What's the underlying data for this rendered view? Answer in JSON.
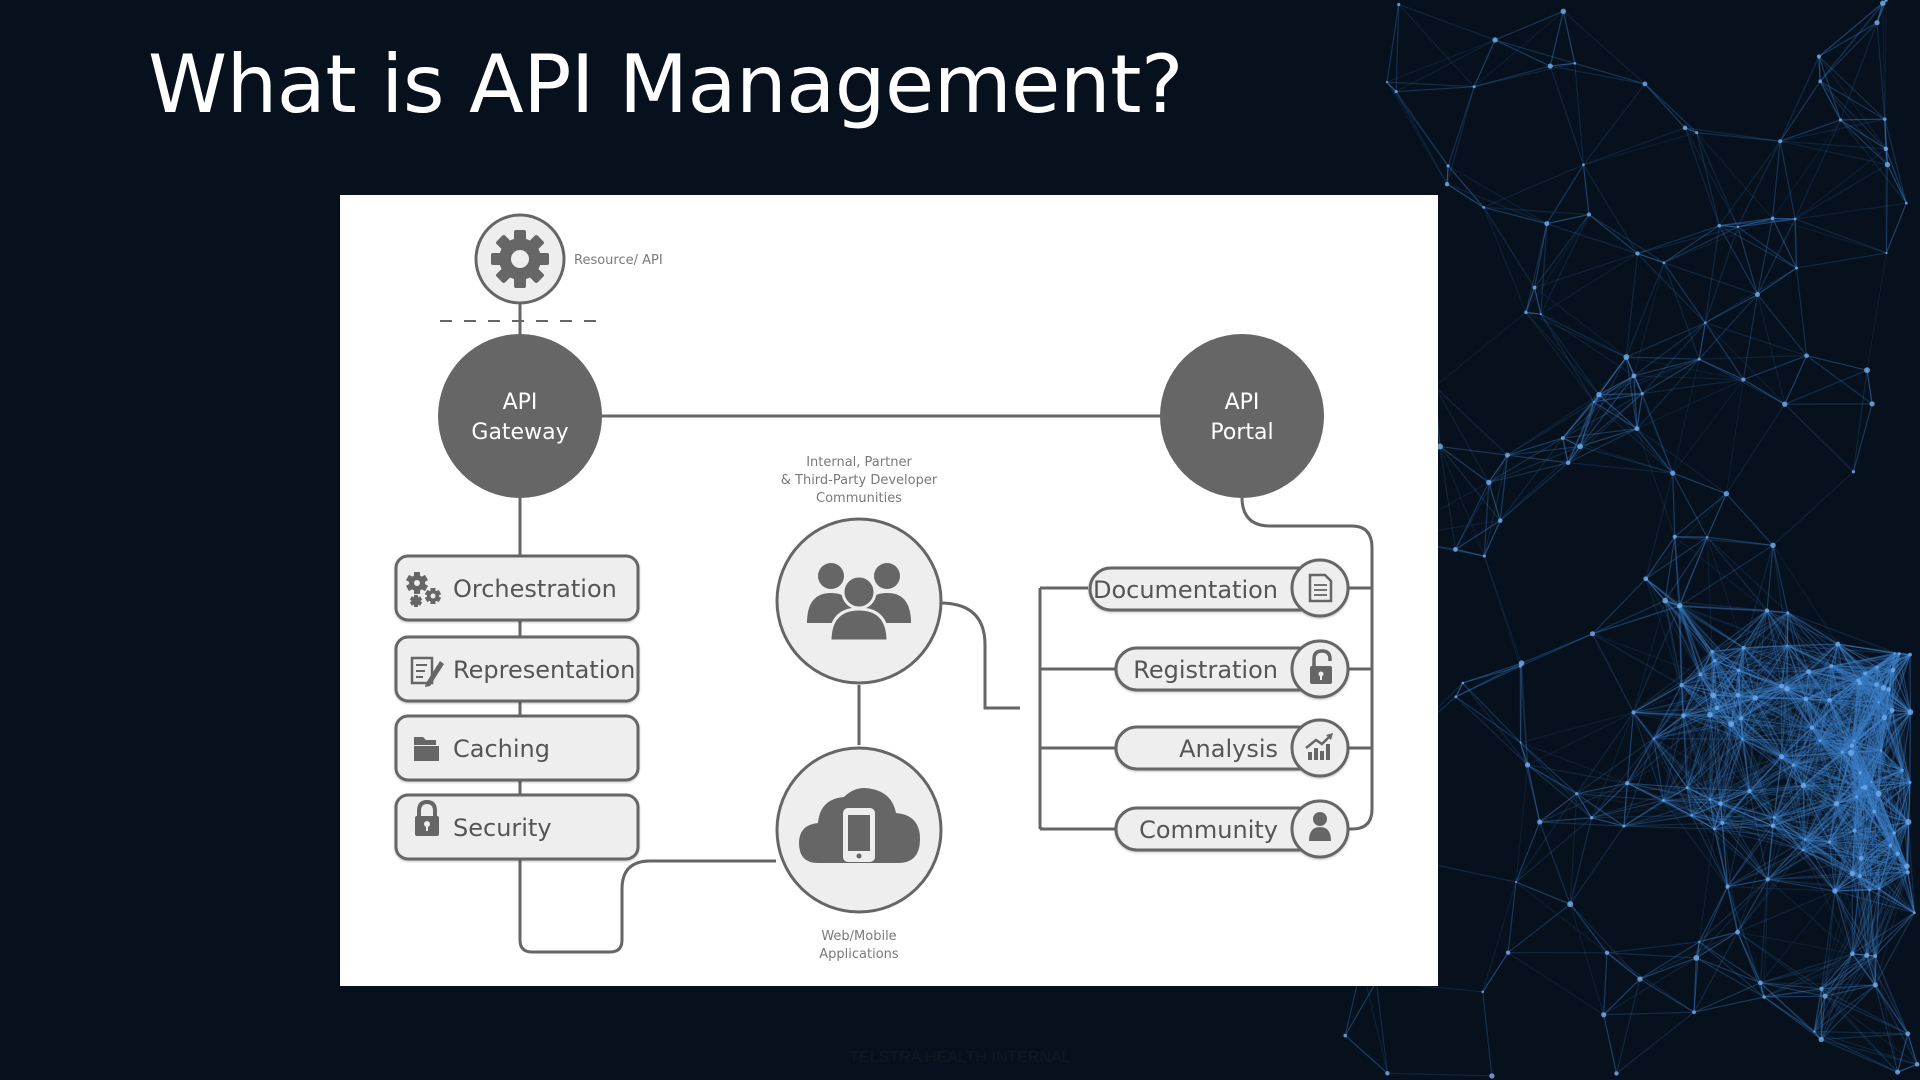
{
  "title": "What is API Management?",
  "footer": "TELSTRA HEALTH INTERNAL",
  "diagram": {
    "resource_label": "Resource/ API",
    "gateway": {
      "line1": "API",
      "line2": "Gateway"
    },
    "portal": {
      "line1": "API",
      "line2": "Portal"
    },
    "communities": [
      "Internal, Partner",
      "& Third-Party Developer",
      "Communities"
    ],
    "apps": [
      "Web/Mobile",
      "Applications"
    ],
    "gateway_features": [
      {
        "label": "Orchestration",
        "icon": "gears-icon"
      },
      {
        "label": "Representation",
        "icon": "document-edit-icon"
      },
      {
        "label": "Caching",
        "icon": "folder-icon"
      },
      {
        "label": "Security",
        "icon": "lock-icon"
      }
    ],
    "portal_features": [
      {
        "label": "Documentation",
        "icon": "document-icon"
      },
      {
        "label": "Registration",
        "icon": "unlock-icon"
      },
      {
        "label": "Analysis",
        "icon": "chart-icon"
      },
      {
        "label": "Community",
        "icon": "person-icon"
      }
    ]
  },
  "colors": {
    "background": "#07111d",
    "network": "#3c7fc7",
    "hub": "#666666",
    "line": "#666666",
    "pill": "#eeeeee"
  }
}
